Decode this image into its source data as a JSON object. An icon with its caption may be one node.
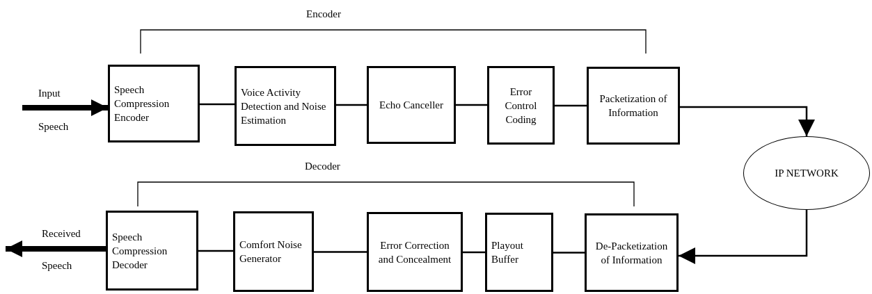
{
  "diagram": {
    "nodes": [
      {
        "text": [
          "Speech Compression Encoder"
        ]
      },
      {
        "text": [
          "Voice Activity Detection and Noise Estimation"
        ]
      },
      {
        "text": [
          "Echo Canceller"
        ]
      },
      {
        "text": [
          "Error Control Coding"
        ]
      },
      {
        "text": [
          "Packetization of Information"
        ]
      },
      {
        "text": [
          "IP NETWORK"
        ]
      },
      {
        "text": [
          "De-Packetization of Information"
        ]
      },
      {
        "text": [
          "Playout Buffer"
        ]
      },
      {
        "text": [
          "Error Correction and Concealment"
        ]
      },
      {
        "text": [
          "Comfort Noise Generator"
        ]
      },
      {
        "text": [
          "Speech Compression Decoder"
        ]
      }
    ],
    "edges": [
      {
        "from": null,
        "to": 0,
        "arrow": "to",
        "style": "thick"
      },
      {
        "from": 0,
        "to": 1,
        "arrow": "none"
      },
      {
        "from": 1,
        "to": 2,
        "arrow": "none"
      },
      {
        "from": 2,
        "to": 3,
        "arrow": "none"
      },
      {
        "from": 3,
        "to": 4,
        "arrow": "none"
      },
      {
        "from": 4,
        "to": 5,
        "arrow": "to"
      },
      {
        "from": 5,
        "to": 6,
        "arrow": "to"
      },
      {
        "from": 6,
        "to": 7,
        "arrow": "none"
      },
      {
        "from": 7,
        "to": 8,
        "arrow": "none"
      },
      {
        "from": 8,
        "to": 9,
        "arrow": "none"
      },
      {
        "from": 9,
        "to": 10,
        "arrow": "none"
      },
      {
        "from": 10,
        "to": null,
        "arrow": "to",
        "style": "thick"
      }
    ],
    "labels": [
      "Encoder",
      "Input",
      "Speech",
      "Decoder",
      "Received",
      "Speech"
    ]
  }
}
